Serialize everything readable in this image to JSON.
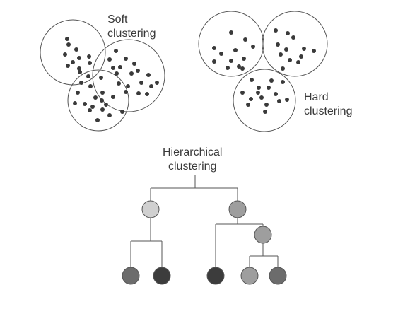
{
  "labels": {
    "soft": [
      "Soft",
      "clustering"
    ],
    "hard": [
      "Hard",
      "clustering"
    ],
    "hierarchical": [
      "Hierarchical",
      "clustering"
    ]
  },
  "colors": {
    "background": "#ffffff",
    "stroke": "#555555",
    "point": "#3a3a3a",
    "node_light": "#d0d0d0",
    "node_mid": "#9e9e9e",
    "node_dark": "#6c6c6c",
    "node_darkest": "#3c3c3c",
    "text": "#3a3a3a"
  }
}
